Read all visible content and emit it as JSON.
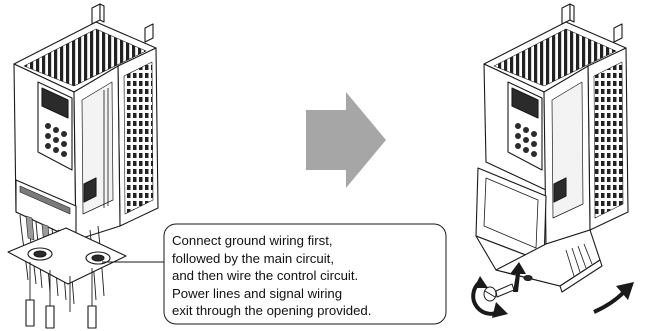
{
  "figure": {
    "left_illustration": "drive-with-wiring",
    "right_illustration": "drive-with-front-cover-attached",
    "transition_arrow": "right-arrow"
  },
  "callout": {
    "lines": [
      "Connect ground wiring first,",
      "followed by the main circuit,",
      "and then wire the control circuit.",
      "Power lines and signal wiring",
      "exit through the opening provided."
    ]
  },
  "icons": [
    "screw-icon",
    "rotate-arrow-icon",
    "up-arrow-icon",
    "curved-arrow-icon"
  ],
  "colors": {
    "line": "#1a1a1a",
    "arrow_fill": "#a6a6a6",
    "panel_dark": "#2b2b2b",
    "panel_mid": "#7a7a7a"
  }
}
